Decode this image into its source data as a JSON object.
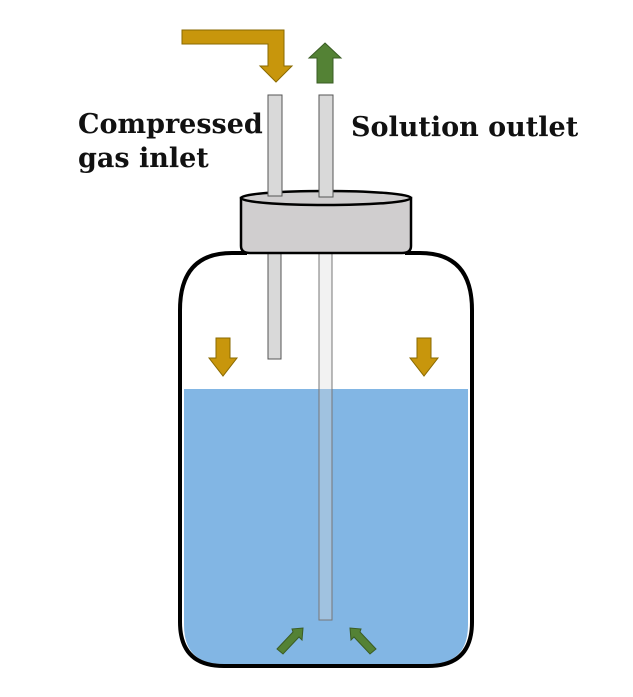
{
  "labels": {
    "inlet_line1": "Compressed",
    "inlet_line2": "gas inlet",
    "outlet": "Solution outlet"
  },
  "colors": {
    "gas_arrow": "#C8960C",
    "gas_arrow_stroke": "#8A6A00",
    "solution_arrow": "#548235",
    "solution_arrow_stroke": "#3A5C24",
    "liquid": "#82B6E4",
    "cap": "#D0CECF",
    "tube": "#D9D9D9",
    "outline": "#000000"
  }
}
